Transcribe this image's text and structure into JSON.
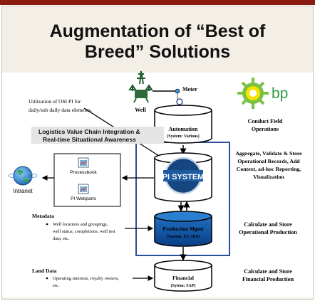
{
  "slide": {
    "title_line1": "Augmentation of “Best of",
    "title_line2": "Breed” Solutions",
    "accent_color": "#8b1a0f",
    "frame_color": "#f3eee6"
  },
  "diagram": {
    "osi_note_line1": "Utilization of OSI PI for",
    "osi_note_line2": "daily/sub daily data elements.",
    "meter_label": "Meter",
    "well_label": "Well",
    "bp_label": "bp",
    "field_ops_line1": "Conduct Field",
    "field_ops_line2": "Operations",
    "logistics_line1": "Logistics Value Chain Integration &",
    "logistics_line2": "Real-time Situational Awareness",
    "automation_label": "Automation",
    "automation_sub": "(System: Various)",
    "pi_system_label": "PI SYSTEM",
    "aggregate_lines": [
      "Aggregate, Validate & Store",
      "Operational Records,  Add",
      "Context, ad-hoc Reporting,",
      "Visualization"
    ],
    "processbook_label": "Processbook",
    "webparts_label": "PI Webparts",
    "intranet_label": "Intranet",
    "metadata_title": "Metadata",
    "metadata_lines": [
      "Well locations and groupings,",
      "well status, completions, well test",
      "data, etc."
    ],
    "production_label": "Production Mgmt",
    "production_sub": "(System: EC 10.0)",
    "calc_oper_line1": "Calculate and Store",
    "calc_oper_line2": "Operational Production",
    "land_title": "Land Data",
    "land_lines": [
      "Operating interests, royalty owners,",
      "etc."
    ],
    "financial_label": "Financial",
    "financial_sub": "(Sytem: SAP)",
    "calc_fin_line1": "Calculate and Store",
    "calc_fin_line2": "Financial Production"
  }
}
